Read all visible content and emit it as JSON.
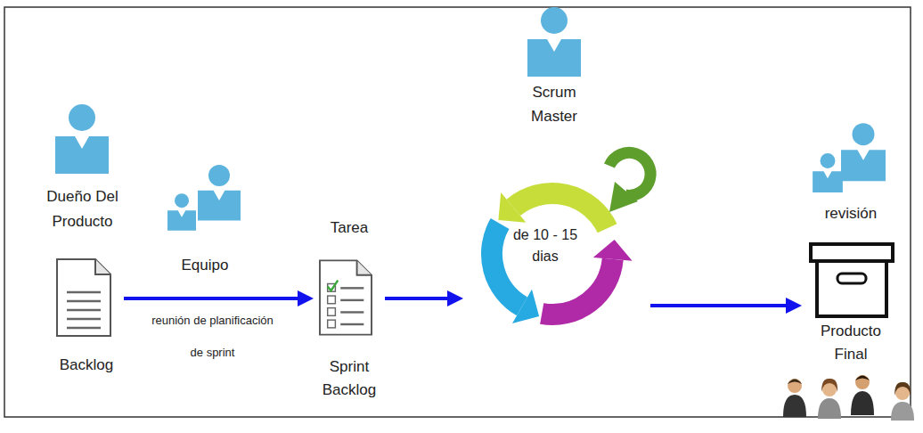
{
  "diagram": {
    "nodes": [
      {
        "text": [
          "Dueño Del Producto"
        ]
      },
      {
        "text": [
          "Backlog"
        ]
      },
      {
        "text": [
          "Equipo"
        ]
      },
      {
        "text": [
          "Tarea",
          "Sprint Backlog"
        ]
      },
      {
        "text": [
          "Scrum Master"
        ]
      },
      {
        "text": [
          "de 10 - 15 dias"
        ]
      },
      {
        "text": [
          "revisión"
        ]
      },
      {
        "text": [
          "Producto Final"
        ]
      }
    ],
    "edges": [
      {
        "from": 1,
        "to": 3,
        "label": "reunión de planificación de sprint",
        "arrow": "to"
      },
      {
        "from": 3,
        "to": 5,
        "arrow": "to"
      },
      {
        "from": 5,
        "to": 7,
        "arrow": "to"
      }
    ]
  }
}
